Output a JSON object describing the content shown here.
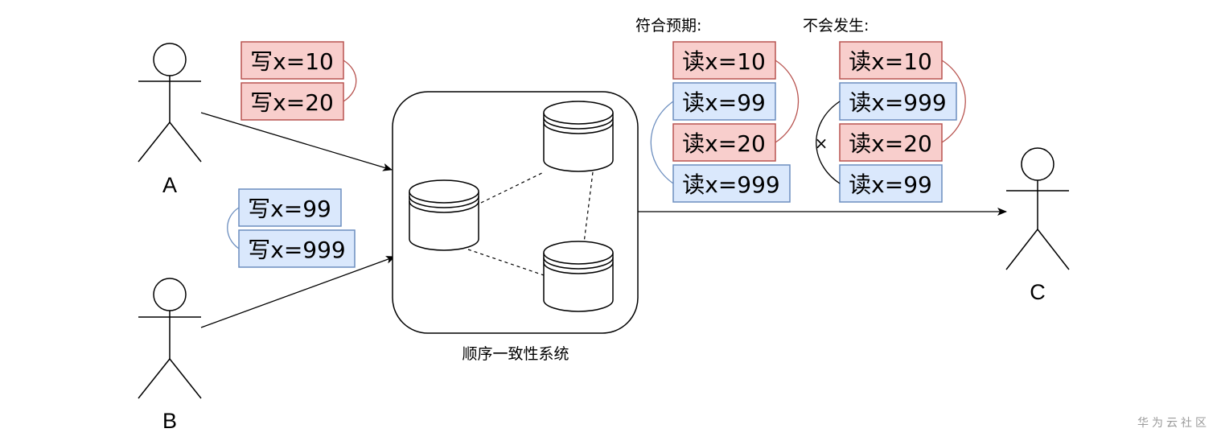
{
  "actors": {
    "a": {
      "label": "A"
    },
    "b": {
      "label": "B"
    },
    "c": {
      "label": "C"
    }
  },
  "writes_a": [
    "写x=10",
    "写x=20"
  ],
  "writes_b": [
    "写x=99",
    "写x=999"
  ],
  "system": {
    "label": "顺序一致性系统"
  },
  "expected": {
    "heading": "符合预期:",
    "reads": [
      "读x=10",
      "读x=99",
      "读x=20",
      "读x=999"
    ]
  },
  "impossible": {
    "heading": "不会发生:",
    "reads": [
      "读x=10",
      "读x=999",
      "读x=20",
      "读x=99"
    ],
    "cross_mark": "×"
  },
  "colors": {
    "red_fill": "#f8cecc",
    "red_stroke": "#b85450",
    "blue_fill": "#dae8fc",
    "blue_stroke": "#6c8ebf"
  },
  "watermark": "华为云社区"
}
